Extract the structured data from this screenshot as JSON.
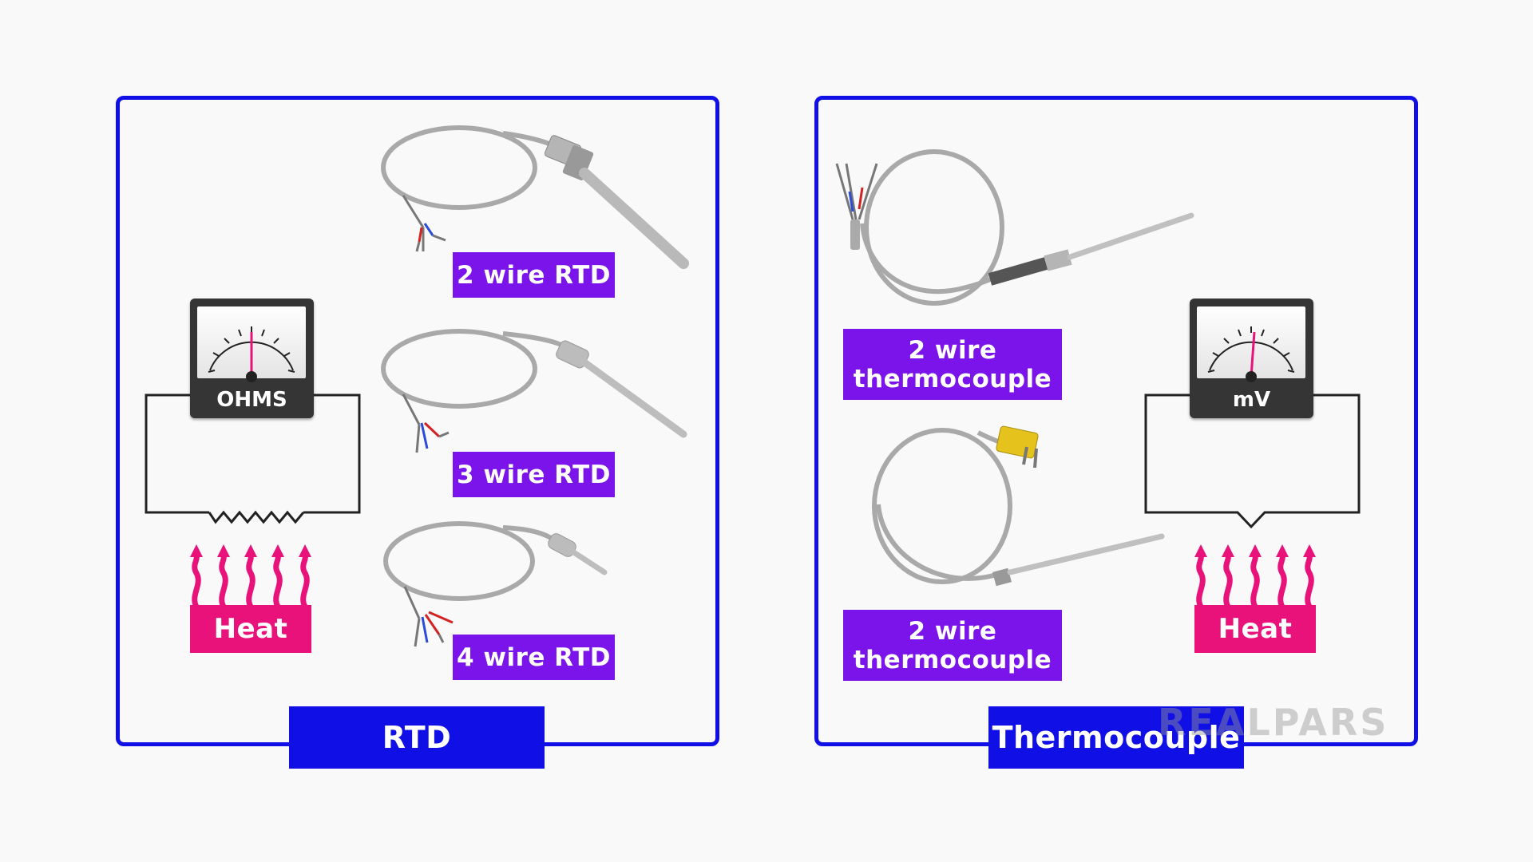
{
  "rtd_panel": {
    "title": "RTD",
    "meter_unit": "OHMS",
    "heat_label": "Heat",
    "sensors": [
      {
        "label": "2 wire RTD"
      },
      {
        "label": "3 wire RTD"
      },
      {
        "label": "4 wire RTD"
      }
    ]
  },
  "tc_panel": {
    "title": "Thermocouple",
    "meter_unit": "mV",
    "heat_label": "Heat",
    "sensors": [
      {
        "label_line1": "2 wire",
        "label_line2": "thermocouple"
      },
      {
        "label_line1": "2 wire",
        "label_line2": "thermocouple"
      }
    ]
  },
  "watermark": "REALPARS",
  "colors": {
    "frame_blue": "#1010e6",
    "label_purple": "#7b14ea",
    "heat_pink": "#e8127a",
    "meter_body": "#353535",
    "cable_gray": "#a9a9a9"
  }
}
